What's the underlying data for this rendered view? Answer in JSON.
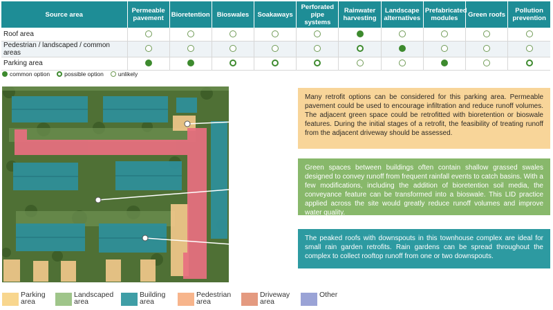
{
  "table": {
    "header_source": "Source area",
    "columns": [
      "Permeable pavement",
      "Bioretention",
      "Bioswales",
      "Soakaways",
      "Perforated pipe systems",
      "Rainwater harvesting",
      "Landscape alternatives",
      "Prefabricated modules",
      "Green roofs",
      "Pollution prevention"
    ],
    "rows": [
      {
        "label": "Roof area",
        "cells": [
          "unlikely",
          "unlikely",
          "unlikely",
          "unlikely",
          "unlikely",
          "common",
          "unlikely",
          "unlikely",
          "unlikely",
          "unlikely"
        ]
      },
      {
        "label": "Pedestrian / landscaped / common areas",
        "cells": [
          "unlikely",
          "unlikely",
          "unlikely",
          "unlikely",
          "unlikely",
          "possible",
          "common",
          "unlikely",
          "unlikely",
          "unlikely"
        ]
      },
      {
        "label": "Parking area",
        "cells": [
          "common",
          "common",
          "possible",
          "possible",
          "possible",
          "unlikely",
          "unlikely",
          "common",
          "unlikely",
          "possible"
        ]
      }
    ]
  },
  "table_legend": {
    "common": "common option",
    "possible": "possible option",
    "unlikely": "unlikely"
  },
  "callouts": {
    "parking": "Many retrofit options can be considered for this parking area. Permeable pavement could be used to encourage infiltration and reduce runoff volumes. The adjacent green space could be retrofitted with bioretention or bioswale features. During the initial stages of a retrofit, the feasibility of treating runoff from the adjacent driveway should be assessed.",
    "landscaped": "Green spaces between buildings often contain shallow grassed swales designed to convey runoff from frequent rainfall events to catch basins. With a few modifications, including the addition of bioretention soil media, the conveyance feature can be transformed into a bioswale. This LID practice applied across the site would greatly reduce runoff volumes and improve water quality.",
    "building": "The peaked roofs with downspouts in this townhouse complex are ideal for small rain garden retrofits. Rain gardens can be spread throughout the complex to collect rooftop runoff from one or two downspouts."
  },
  "landuse_legend": [
    {
      "line1": "Parking",
      "line2": "area",
      "color": "#f8d68e"
    },
    {
      "line1": "Landscaped",
      "line2": "area",
      "color": "#9fc58a"
    },
    {
      "line1": "Building",
      "line2": "area",
      "color": "#3f9ea6"
    },
    {
      "line1": "Pedestrian",
      "line2": "area",
      "color": "#f7b58c"
    },
    {
      "line1": "Driveway",
      "line2": "area",
      "color": "#e49a80"
    },
    {
      "line1": "Other",
      "line2": "",
      "color": "#9aa3d6"
    }
  ],
  "colors": {
    "header": "#1e8d96",
    "common_dot": "#3d8a2e",
    "parking_callout": "#f8d599",
    "landscape_callout": "#88b86b",
    "building_callout": "#2d9aa1"
  }
}
